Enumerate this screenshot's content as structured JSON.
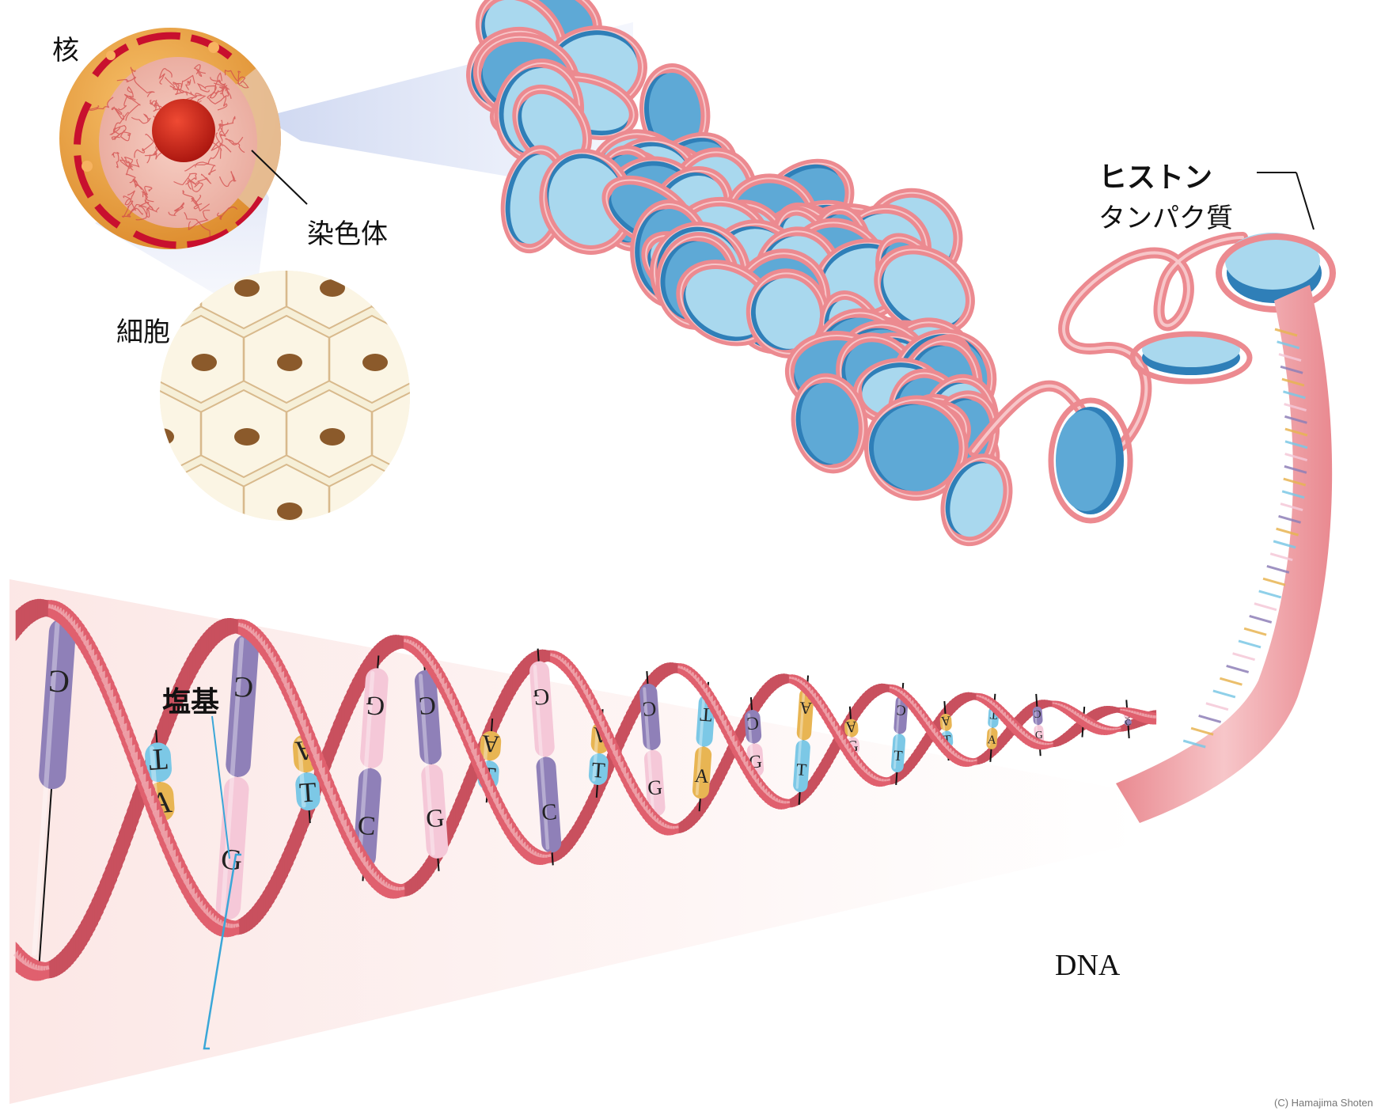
{
  "labels": {
    "nucleus": "核",
    "chromosome": "染色体",
    "cell": "細胞",
    "histone_line1": "ヒストン",
    "histone_line2": "タンパク質",
    "base": "塩基",
    "dna": "DNA"
  },
  "credit": "(C) Hamajima Shoten",
  "base_pairs": [
    {
      "top": "C",
      "bottom": ""
    },
    {
      "top": "T",
      "bottom": "A"
    },
    {
      "top": "C",
      "bottom": "G"
    },
    {
      "top": "A",
      "bottom": "T"
    },
    {
      "top": "G",
      "bottom": "C"
    },
    {
      "top": "C",
      "bottom": "G"
    },
    {
      "top": "A",
      "bottom": "T"
    },
    {
      "top": "G",
      "bottom": "C"
    },
    {
      "top": "A",
      "bottom": "T"
    },
    {
      "top": "C",
      "bottom": "G"
    },
    {
      "top": "T",
      "bottom": "A"
    },
    {
      "top": "C",
      "bottom": "G"
    },
    {
      "top": "A",
      "bottom": "T"
    },
    {
      "top": "A",
      "bottom": "G"
    },
    {
      "top": "C",
      "bottom": "T"
    },
    {
      "top": "A",
      "bottom": "T"
    },
    {
      "top": "T",
      "bottom": "A"
    },
    {
      "top": "C",
      "bottom": "G"
    },
    {
      "top": "T",
      "bottom": "A"
    },
    {
      "top": "G",
      "bottom": "C"
    }
  ],
  "colors": {
    "background": "#ffffff",
    "dna_ribbon": "#e0606e",
    "dna_ribbon_light": "#f3b7bd",
    "histone_blue": "#5ea9d6",
    "histone_light": "#a9d8ee",
    "dna_wrap": "#ec8a90",
    "nucleus_orange": "#eca545",
    "nucleolus_red": "#d8271d",
    "cell_cream": "#f6efd7",
    "cell_nucleus": "#8b5a2b",
    "base_A": "#e8b553",
    "base_T": "#7cc8e6",
    "base_G": "#f5c8d8",
    "base_C": "#8f80b8"
  }
}
